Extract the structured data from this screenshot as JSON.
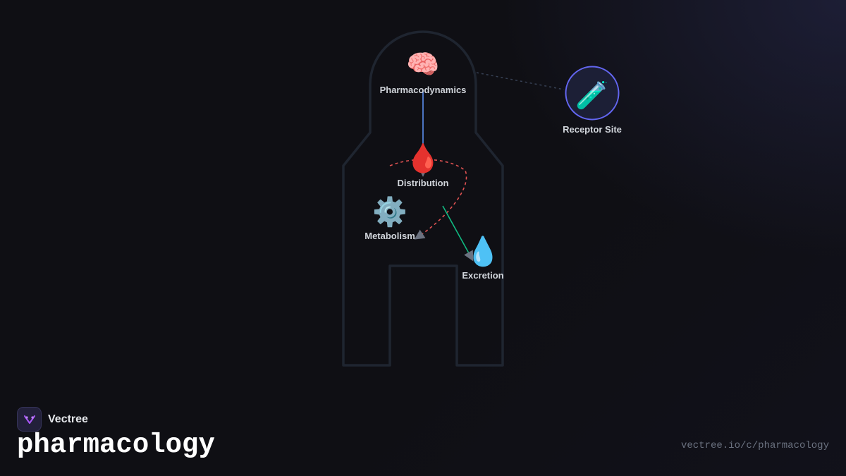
{
  "brand": {
    "name": "Vectree"
  },
  "title": "pharmacology",
  "url": "vectree.io/c/pharmacology",
  "colors": {
    "background": "#0f0f14",
    "body_outline": "#1f2530",
    "accent_blue": "#5b8def",
    "dashed_red": "#e05252",
    "arrow_green": "#10b981",
    "receptor_ring": "#6366f1"
  },
  "nodes": {
    "pharmacodynamics": {
      "label": "Pharmacodynamics",
      "icon": "brain-icon",
      "glyph": "🧠"
    },
    "distribution": {
      "label": "Distribution",
      "icon": "blood-drop-icon",
      "glyph": "🩸"
    },
    "metabolism": {
      "label": "Metabolism",
      "icon": "gear-icon",
      "glyph": "⚙️"
    },
    "excretion": {
      "label": "Excretion",
      "icon": "droplet-icon",
      "glyph": "💧"
    },
    "receptor": {
      "label": "Receptor Site",
      "icon": "test-tube-icon",
      "glyph": "🧪"
    }
  }
}
